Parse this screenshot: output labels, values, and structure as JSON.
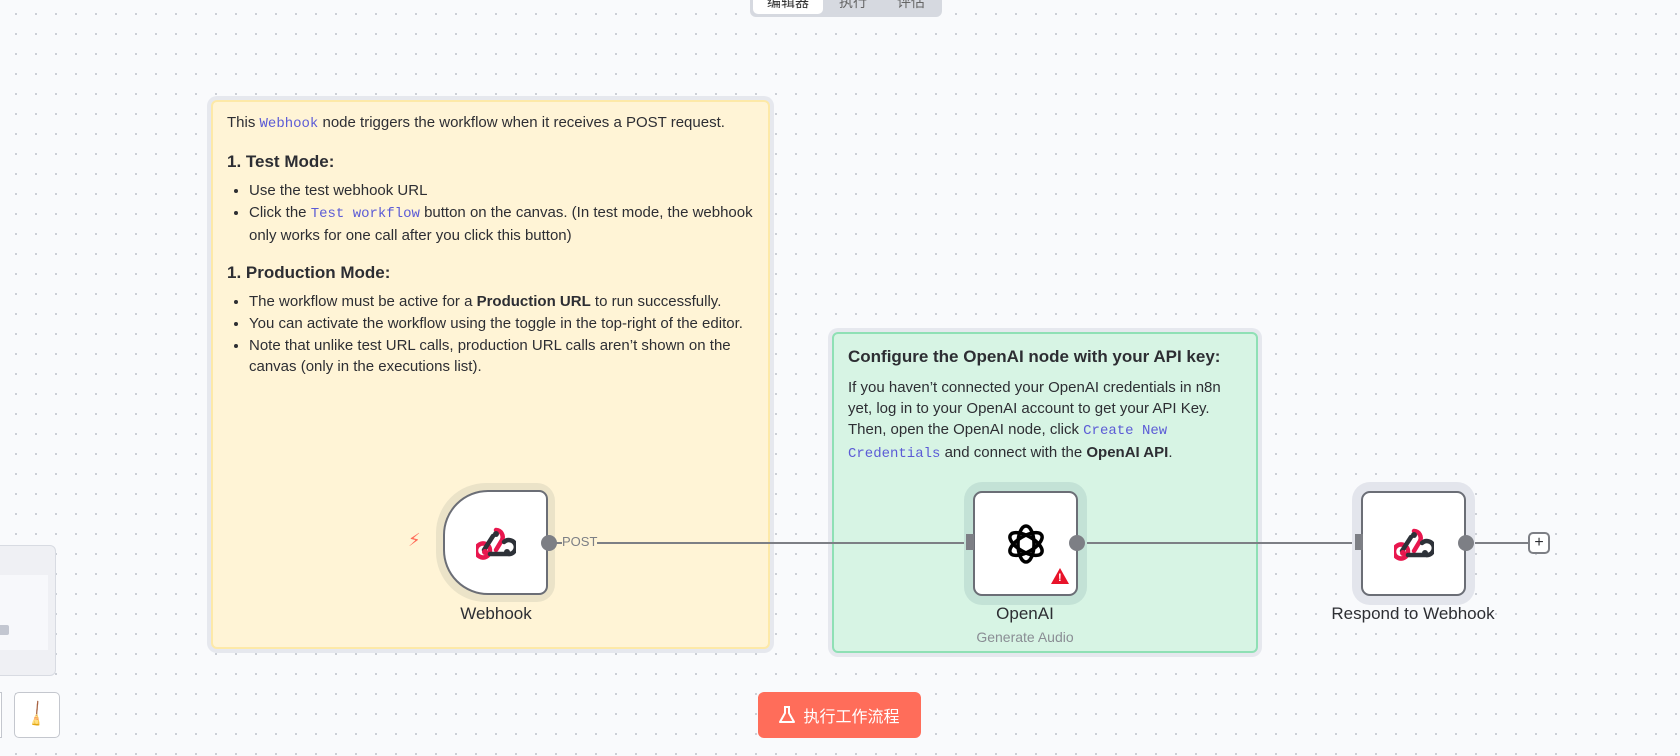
{
  "header": {
    "tabs": [
      {
        "label": "编辑器",
        "active": true
      },
      {
        "label": "执行"
      },
      {
        "label": "评估"
      }
    ]
  },
  "sticky_webhook": {
    "intro_pre": "This ",
    "intro_code": "Webhook",
    "intro_post": " node triggers the workflow when it receives a POST request.",
    "h1": "1. Test Mode:",
    "test_items": [
      "Use the test webhook URL"
    ],
    "test_item2_pre": "Click the ",
    "test_item2_code": "Test workflow",
    "test_item2_post": " button on the canvas. (In test mode, the webhook only works for one call after you click this button)",
    "h2": "1. Production Mode:",
    "prod_item1_pre": "The workflow must be active for a ",
    "prod_item1_bold": "Production URL",
    "prod_item1_post": " to run successfully.",
    "prod_item2": "You can activate the workflow using the toggle in the top-right of the editor.",
    "prod_item3": "Note that unlike test URL calls, production URL calls aren’t shown on the canvas (only in the executions list)."
  },
  "sticky_openai": {
    "title": "Configure the OpenAI node with your API key:",
    "body_pre": "If you haven’t connected your OpenAI credentials in n8n yet, log in to your OpenAI account to get your API Key. Then, open the OpenAI node, click ",
    "body_code": "Create New Credentials",
    "body_mid": " and connect with the ",
    "body_bold": "OpenAI API",
    "body_post": "."
  },
  "nodes": [
    {
      "name": "Webhook",
      "icon": "webhook-icon",
      "output_label": "POST",
      "trigger": true
    },
    {
      "name": "OpenAI",
      "subtitle": "Generate Audio",
      "icon": "openai-icon",
      "warning": true
    },
    {
      "name": "Respond to Webhook",
      "icon": "webhook-icon"
    }
  ],
  "colors": {
    "accent": "#ff6d5a",
    "webhook_pink": "#e8174e",
    "link": "#5b5bd6"
  },
  "footer": {
    "execute_label": "执行工作流程",
    "execute_icon": "flask-icon",
    "clear_icon": "broom-icon"
  }
}
